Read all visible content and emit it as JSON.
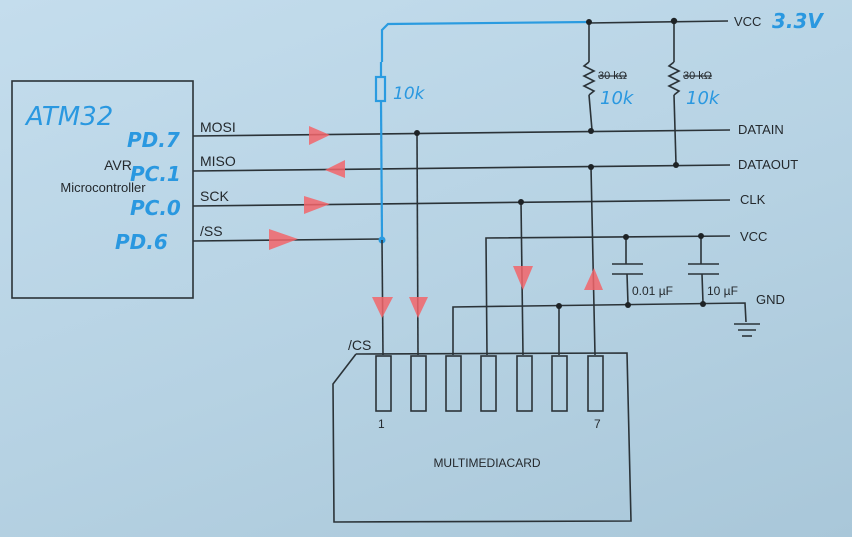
{
  "diagram": {
    "type": "schematic",
    "title": "MultiMediaCard SPI connection to AVR microcontroller",
    "microcontroller": {
      "label_line1": "AVR",
      "label_line2": "Microcontroller",
      "handwritten_name": "ATM32",
      "pins": [
        {
          "name": "MOSI",
          "handwritten_port": "PD.7",
          "direction": "out"
        },
        {
          "name": "MISO",
          "handwritten_port": "PC.1",
          "direction": "in"
        },
        {
          "name": "SCK",
          "handwritten_port": "PC.0",
          "direction": "out"
        },
        {
          "name": "/SS",
          "handwritten_port": "PD.6",
          "direction": "out"
        }
      ]
    },
    "rails": {
      "vcc_top": "VCC",
      "vcc_top_handwritten": "3.3V",
      "datain": "DATAIN",
      "dataout": "DATAOUT",
      "clk": "CLK",
      "vcc_mid": "VCC",
      "gnd": "GND"
    },
    "resistors": [
      {
        "printed": "30 kΩ",
        "handwritten": "10k",
        "connects": "VCC-DATAIN"
      },
      {
        "printed": "30 kΩ",
        "handwritten": "10k",
        "connects": "VCC-DATAOUT"
      },
      {
        "printed": "",
        "handwritten": "10k",
        "connects": "VCC-/CS (hand-drawn pull-up)"
      }
    ],
    "capacitors": [
      {
        "value": "0.01 µF"
      },
      {
        "value": "10 µF"
      }
    ],
    "card": {
      "label": "MULTIMEDIACARD",
      "cs_label": "/CS",
      "pin_first": "1",
      "pin_last": "7",
      "pin_count": 7
    },
    "colors": {
      "ink": "#2b3338",
      "handwriting_blue": "#2a9be0",
      "arrow_red": "#f2656a",
      "paper": "#bcd6e6"
    }
  }
}
